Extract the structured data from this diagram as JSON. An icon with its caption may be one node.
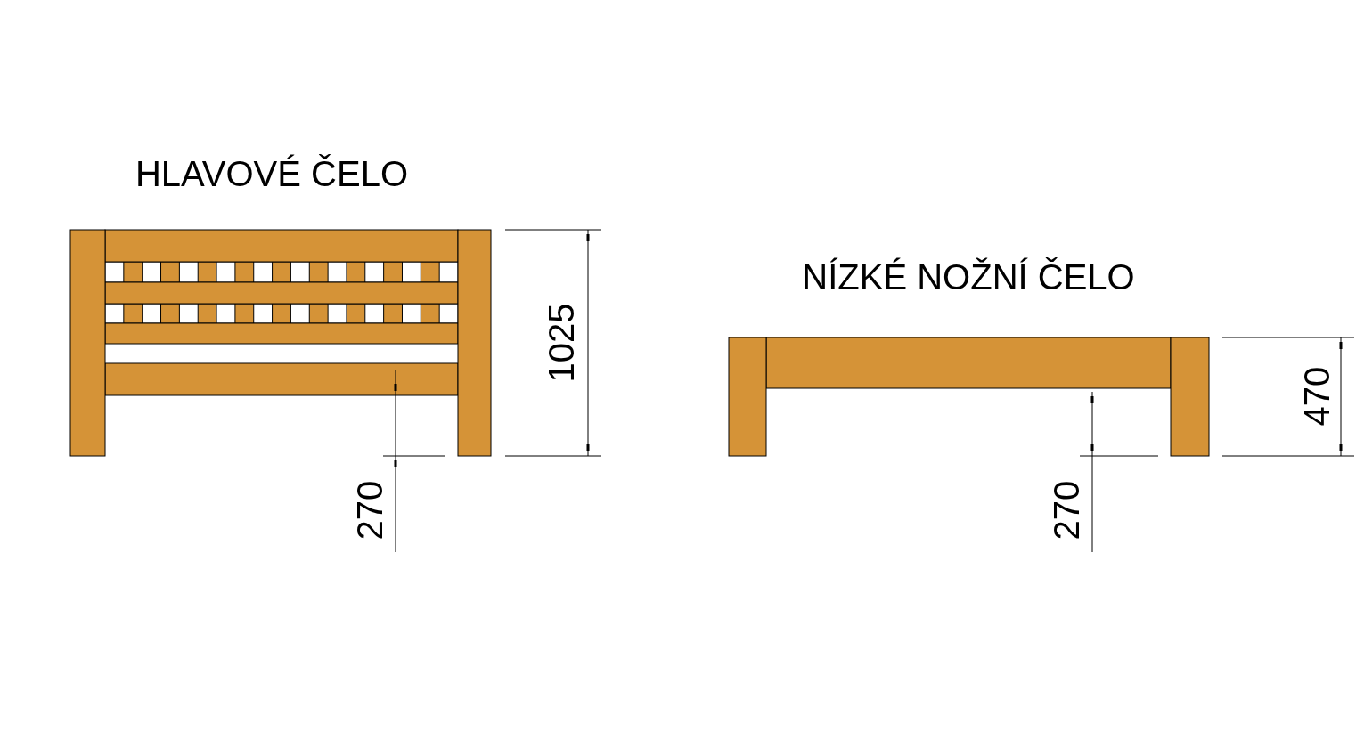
{
  "diagram": {
    "labels": [
      "HLAVOVÉ ČELO",
      "1025",
      "270",
      "NÍZKÉ NOŽNÍ ČELO",
      "470",
      "270"
    ]
  }
}
